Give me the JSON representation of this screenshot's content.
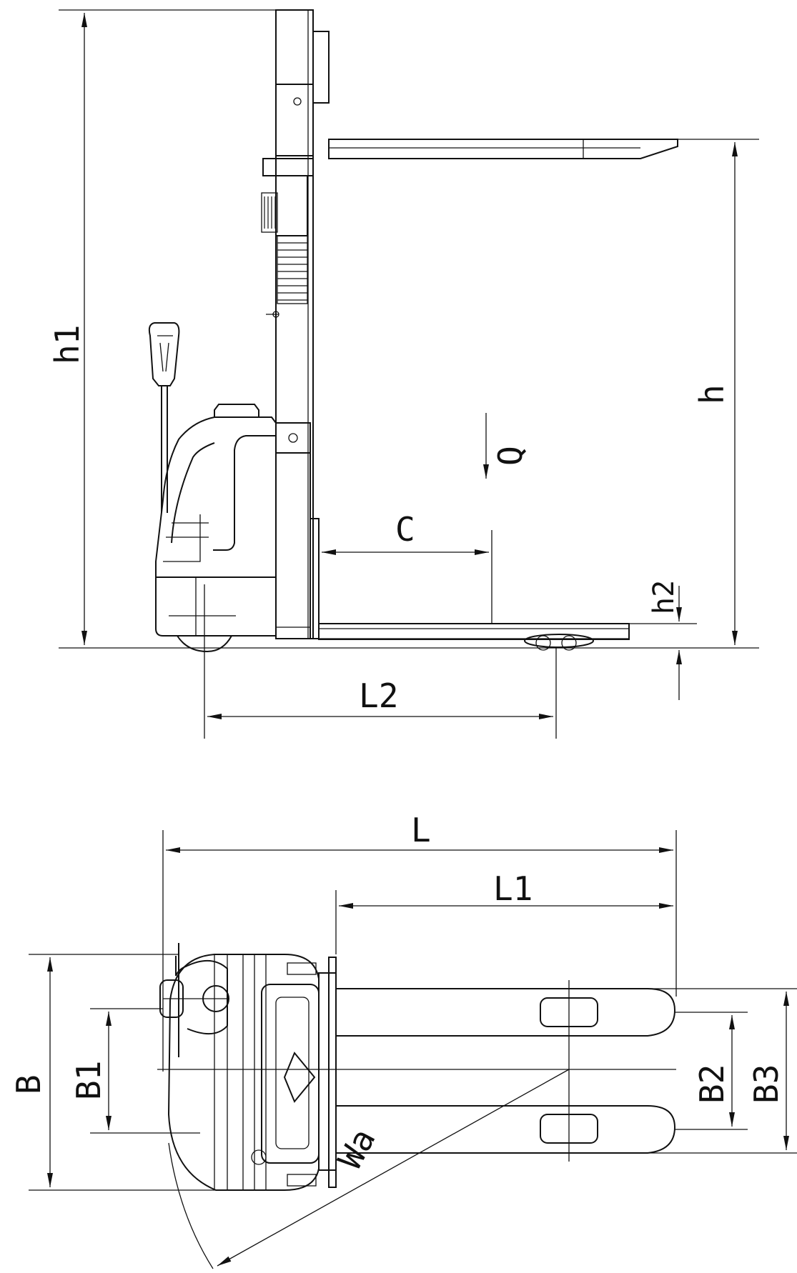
{
  "side_view": {
    "labels": {
      "h1": "h1",
      "h": "h",
      "h2": "h2",
      "q": "Q",
      "c": "C",
      "l2": "L2"
    }
  },
  "top_view": {
    "labels": {
      "l": "L",
      "l1": "L1",
      "b": "B",
      "b1": "B1",
      "b2": "B2",
      "b3": "B3",
      "wa": "Wa"
    }
  }
}
